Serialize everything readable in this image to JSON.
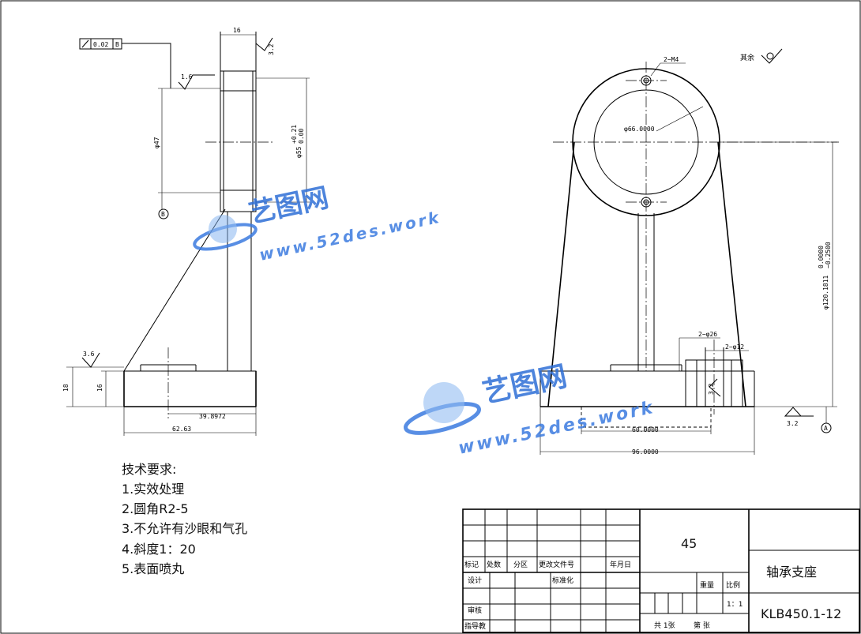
{
  "drawing": {
    "left_view": {
      "dim_width_top": "16",
      "roughness_top": "3.2",
      "roughness_1": "1.6",
      "roughness_2": "3.6",
      "geo_tol_value": "0.02",
      "geo_tol_datum": "B",
      "datum_label": "B",
      "dim_phi47": "φ47",
      "dim_phi55": "φ55",
      "dim_phi55_upper": "+0.21",
      "dim_phi55_lower": "0.00",
      "dim_18": "18",
      "dim_16": "16",
      "dim_39": "39.8972",
      "dim_62": "62.63"
    },
    "right_view": {
      "label_2m4": "2−M4",
      "label_phi66": "φ66.0000",
      "label_qiyu": "其余",
      "label_2phi26": "2−φ26",
      "label_2phi12": "2−φ12",
      "label_roughness_side": "3.2",
      "label_roughness_base": "3.2",
      "datum_label": "A",
      "dim_phi120": "φ120.1811",
      "dim_phi120_upper": "0.0000",
      "dim_phi120_lower": "−0.2500",
      "dim_60": "60.0000",
      "dim_96": "96.0000"
    }
  },
  "requirements": {
    "title": "技术要求:",
    "items": [
      "1.实效处理",
      "2.圆角R2-5",
      "3.不允许有沙眼和气孔",
      "4.斜度1：20",
      "5.表面喷丸"
    ]
  },
  "title_block": {
    "material": "45",
    "part_name": "轴承支座",
    "drawing_no": "KLB450.1-12",
    "scale": "1：1",
    "labels": {
      "biaoji": "标记",
      "chushu": "处数",
      "fenqu": "分区",
      "genggai": "更改文件号",
      "nianyueri": "年月日",
      "sheji": "设计",
      "biaozhunhua": "标准化",
      "shenhe": "审核",
      "zhidaojiaoshi": "指导教",
      "zhongliang": "重量",
      "bili": "比例",
      "gong": "共 1张",
      "di": "第  张"
    }
  },
  "watermark": {
    "brand": "艺图网",
    "url": "www.52des.work"
  }
}
